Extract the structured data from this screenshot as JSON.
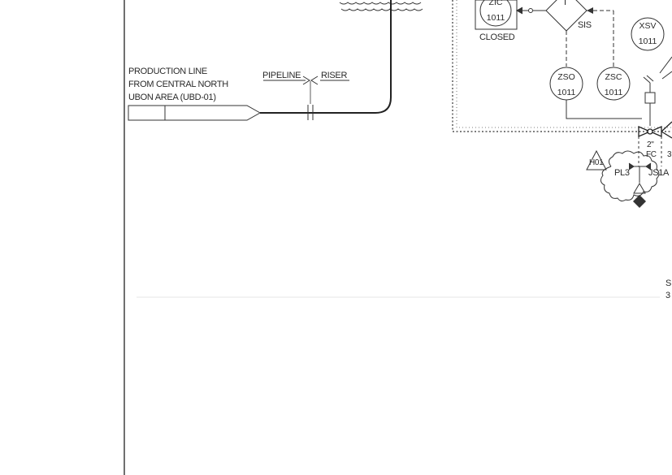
{
  "source_block": {
    "line1": "PRODUCTION LINE",
    "line2": "FROM CENTRAL NORTH",
    "line3": "UBON AREA (UBD-01)"
  },
  "boundary_labels": {
    "pipeline": "PIPELINE",
    "riser": "RISER"
  },
  "instruments": {
    "zic": {
      "tag": "ZIC",
      "number": "1011",
      "state": "CLOSED"
    },
    "zso": {
      "tag": "ZSO",
      "number": "1011"
    },
    "zsc": {
      "tag": "ZSC",
      "number": "1011"
    },
    "xsv": {
      "tag": "XSV",
      "number": "1011"
    }
  },
  "logic": {
    "symbol": "I",
    "system": "SIS"
  },
  "valve": {
    "size": "2\"",
    "fail_action": "FC",
    "extra": "3"
  },
  "hazard_flag": "H01",
  "spec_breaks": {
    "left": "PL3",
    "right": "JS1A"
  },
  "edge_text": {
    "line1": "S",
    "line2": "3"
  }
}
